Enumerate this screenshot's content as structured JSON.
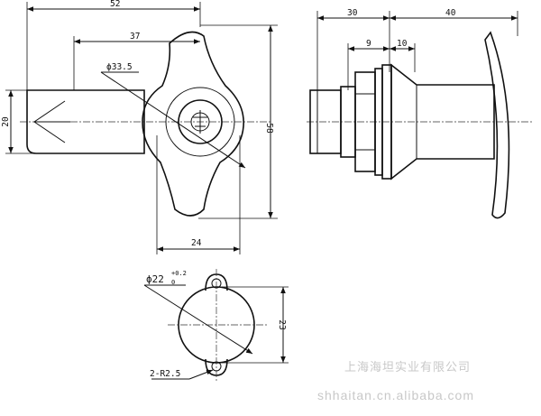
{
  "front_view": {
    "dim_overall": "52",
    "dim_handle_offset": "37",
    "dim_dia": "ϕ33.5",
    "dim_height": "58",
    "dim_body": "20",
    "dim_width": "24"
  },
  "side_view": {
    "dim_left": "30",
    "dim_right": "40",
    "dim_nut": "9",
    "dim_neck": "10"
  },
  "cutout_view": {
    "dim_dia_base": "ϕ22",
    "dim_tol_upper": "+0.2",
    "dim_tol_lower": "0",
    "dim_flat": "23",
    "dim_radius": "2-R2.5"
  },
  "watermark": {
    "company": "上海海坦实业有限公司",
    "site": "shhaitan.cn.alibaba.com"
  }
}
